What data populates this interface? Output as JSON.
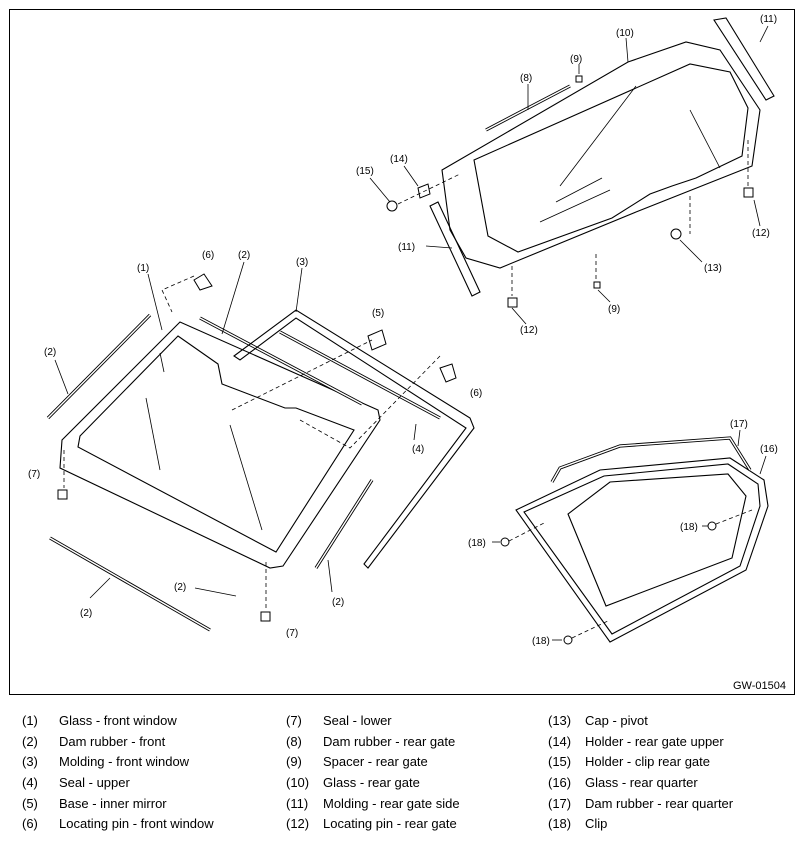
{
  "figure_id": "GW-01504",
  "callouts": {
    "c1": "(1)",
    "c2a": "(2)",
    "c2b": "(2)",
    "c2c": "(2)",
    "c2d": "(2)",
    "c2e": "(2)",
    "c3": "(3)",
    "c4": "(4)",
    "c5": "(5)",
    "c6a": "(6)",
    "c6b": "(6)",
    "c7a": "(7)",
    "c7b": "(7)",
    "c8": "(8)",
    "c9a": "(9)",
    "c9b": "(9)",
    "c10": "(10)",
    "c11a": "(11)",
    "c11b": "(11)",
    "c12a": "(12)",
    "c12b": "(12)",
    "c13": "(13)",
    "c14": "(14)",
    "c15": "(15)",
    "c16": "(16)",
    "c17": "(17)",
    "c18a": "(18)",
    "c18b": "(18)",
    "c18c": "(18)"
  },
  "legend": [
    {
      "num": "(1)",
      "label": "Glass - front window"
    },
    {
      "num": "(2)",
      "label": "Dam rubber - front"
    },
    {
      "num": "(3)",
      "label": "Molding - front window"
    },
    {
      "num": "(4)",
      "label": "Seal - upper"
    },
    {
      "num": "(5)",
      "label": "Base - inner mirror"
    },
    {
      "num": "(6)",
      "label": "Locating pin - front window"
    },
    {
      "num": "(7)",
      "label": "Seal - lower"
    },
    {
      "num": "(8)",
      "label": "Dam rubber - rear gate"
    },
    {
      "num": "(9)",
      "label": "Spacer - rear gate"
    },
    {
      "num": "(10)",
      "label": "Glass - rear gate"
    },
    {
      "num": "(11)",
      "label": "Molding - rear gate side"
    },
    {
      "num": "(12)",
      "label": "Locating pin - rear gate"
    },
    {
      "num": "(13)",
      "label": "Cap - pivot"
    },
    {
      "num": "(14)",
      "label": "Holder - rear gate upper"
    },
    {
      "num": "(15)",
      "label": "Holder - clip rear gate"
    },
    {
      "num": "(16)",
      "label": "Glass - rear quarter"
    },
    {
      "num": "(17)",
      "label": "Dam rubber - rear quarter"
    },
    {
      "num": "(18)",
      "label": "Clip"
    }
  ]
}
